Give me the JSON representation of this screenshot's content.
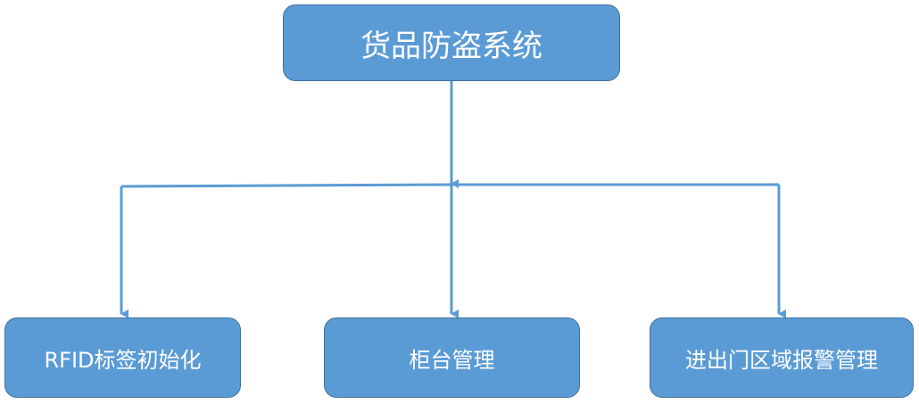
{
  "diagram": {
    "root": {
      "label": "货品防盗系统"
    },
    "children": [
      {
        "label": "RFID标签初始化"
      },
      {
        "label": "柜台管理"
      },
      {
        "label": "进出门区域报警管理"
      }
    ],
    "colors": {
      "box_fill": "#5b9bd5",
      "box_border": "#41719c",
      "connector": "#5b9bd5",
      "text": "#ffffff"
    }
  }
}
